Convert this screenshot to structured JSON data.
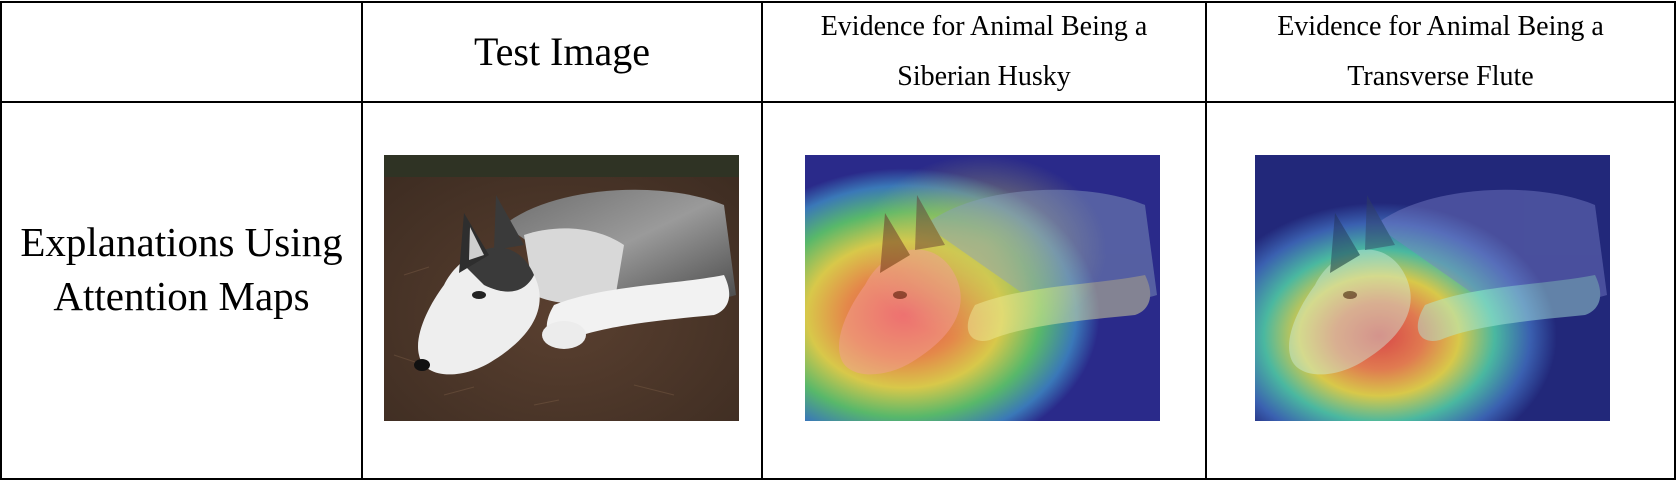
{
  "table": {
    "headers": {
      "col1": "",
      "col2": "Test Image",
      "col3_line1": "Evidence for Animal Being a",
      "col3_line2": "Siberian Husky",
      "col4_line1": "Evidence for Animal Being a",
      "col4_line2": "Transverse Flute"
    },
    "row_label_line1": "Explanations Using",
    "row_label_line2": "Attention Maps",
    "images": [
      {
        "name": "test-image",
        "content": "husky-photo"
      },
      {
        "name": "attention-map-husky",
        "content": "husky-photo-with-heatmap",
        "focus": "dog face"
      },
      {
        "name": "attention-map-flute",
        "content": "husky-photo-with-heatmap",
        "focus": "paw and muzzle"
      }
    ]
  }
}
